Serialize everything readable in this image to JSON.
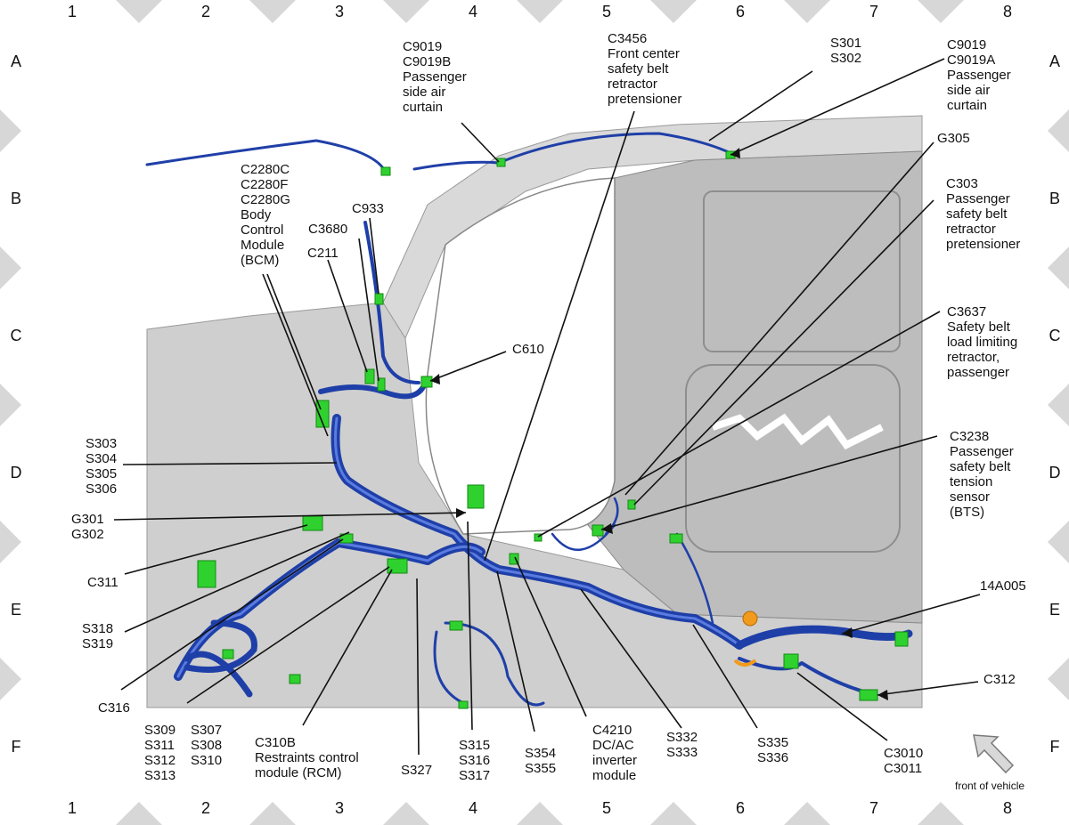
{
  "grid": {
    "columns": [
      "1",
      "2",
      "3",
      "4",
      "5",
      "6",
      "7",
      "8"
    ],
    "rows": [
      "A",
      "B",
      "C",
      "D",
      "E",
      "F"
    ]
  },
  "callouts": [
    {
      "id": "c9019b",
      "text": "C9019\nC9019B\nPassenger\nside air\ncurtain"
    },
    {
      "id": "c3456",
      "text": "C3456\nFront center\nsafety belt\nretractor\npretensioner"
    },
    {
      "id": "s301",
      "text": "S301\nS302"
    },
    {
      "id": "c9019a",
      "text": "C9019\nC9019A\nPassenger\nside air\ncurtain"
    },
    {
      "id": "g305",
      "text": "G305"
    },
    {
      "id": "c303",
      "text": "C303\nPassenger\nsafety belt\nretractor\npretensioner"
    },
    {
      "id": "c2280",
      "text": "C2280C\nC2280F\nC2280G\nBody\nControl\nModule\n(BCM)"
    },
    {
      "id": "c933",
      "text": "C933"
    },
    {
      "id": "c3680",
      "text": "C3680"
    },
    {
      "id": "c211",
      "text": "C211"
    },
    {
      "id": "c610",
      "text": "C610"
    },
    {
      "id": "c3637",
      "text": "C3637\nSafety belt\nload limiting\nretractor,\npassenger"
    },
    {
      "id": "s303",
      "text": "S303\nS304\nS305\nS306"
    },
    {
      "id": "c3238",
      "text": "C3238\nPassenger\nsafety belt\ntension\nsensor\n(BTS)"
    },
    {
      "id": "g301",
      "text": "G301\nG302"
    },
    {
      "id": "c311",
      "text": "C311"
    },
    {
      "id": "s318",
      "text": "S318\nS319"
    },
    {
      "id": "c316",
      "text": "C316"
    },
    {
      "id": "14a005",
      "text": "14A005"
    },
    {
      "id": "c312",
      "text": "C312"
    },
    {
      "id": "s309",
      "text": "S309\nS311\nS312\nS313"
    },
    {
      "id": "s307",
      "text": "S307\nS308\nS310"
    },
    {
      "id": "c310b",
      "text": "C310B\nRestraints control\nmodule (RCM)"
    },
    {
      "id": "s327",
      "text": "S327"
    },
    {
      "id": "s315",
      "text": "S315\nS316\nS317"
    },
    {
      "id": "s354",
      "text": "S354\nS355"
    },
    {
      "id": "c4210",
      "text": "C4210\nDC/AC\ninverter\nmodule"
    },
    {
      "id": "s332",
      "text": "S332\nS333"
    },
    {
      "id": "s335",
      "text": "S335\nS336"
    },
    {
      "id": "c3010",
      "text": "C3010\nC3011"
    }
  ],
  "caption": "front of vehicle",
  "colors": {
    "harness": "#1f3fa8",
    "harness_highlight": "#5a7be0",
    "connector": "#2fd12f",
    "connector_orange": "#f29a1c",
    "body_panel": "#c8c8c8",
    "border_diamond": "#d7d7d7"
  }
}
